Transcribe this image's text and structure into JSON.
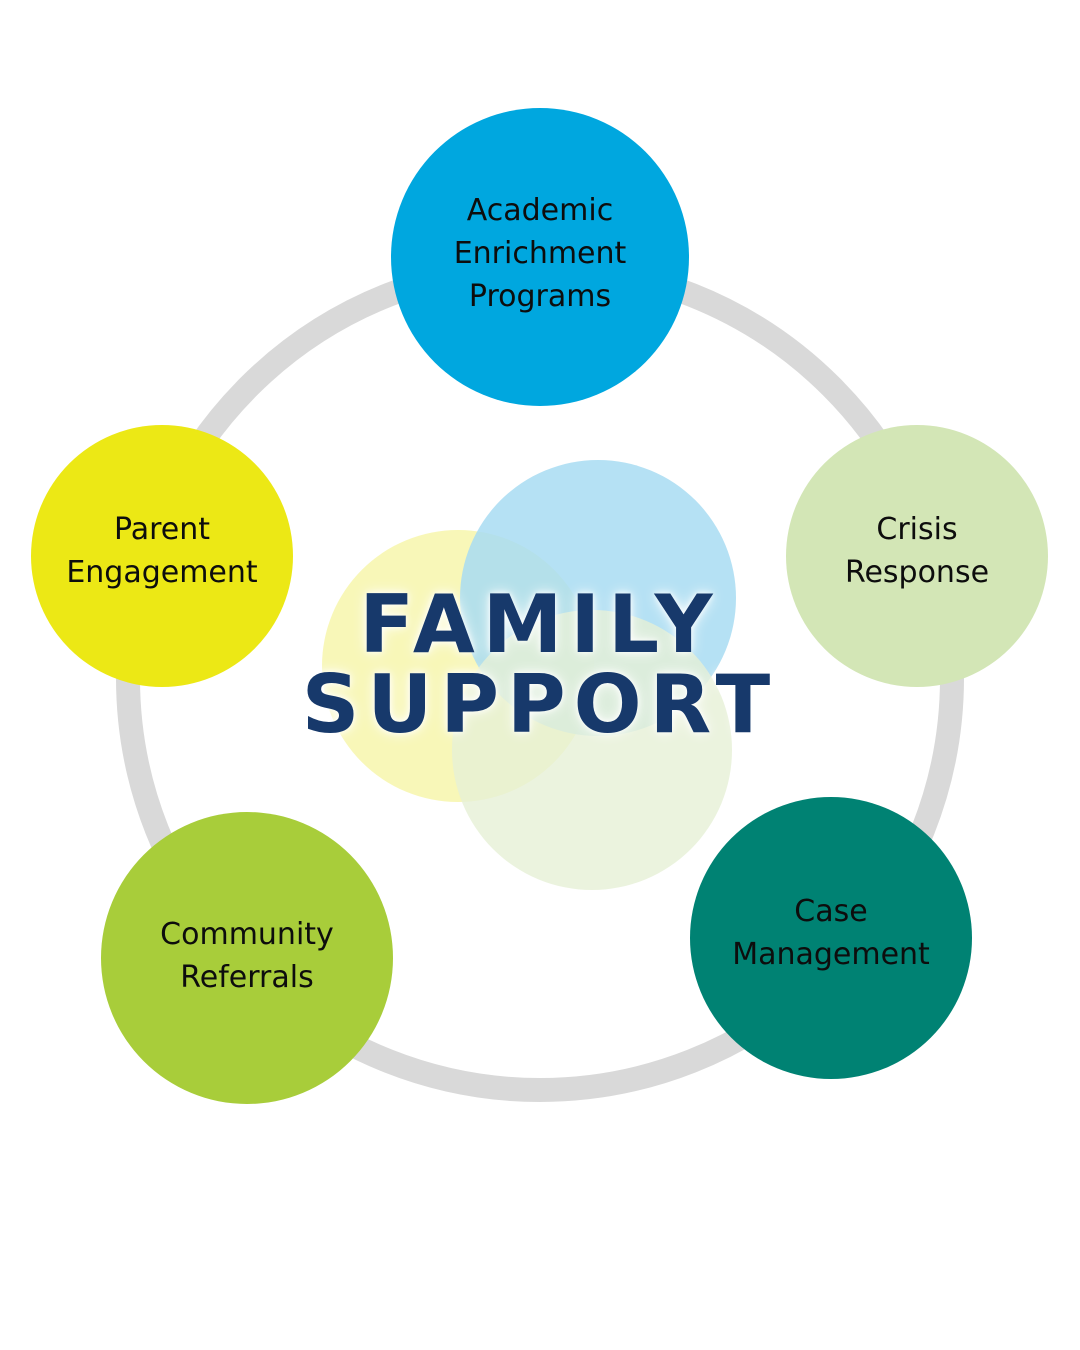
{
  "diagram": {
    "center": {
      "line1": "FAMILY",
      "line2": "SUPPORT",
      "color": "#17396b"
    },
    "ring_color": "#d9d9d9",
    "nodes": [
      {
        "id": "academic",
        "line1": "Academic",
        "line2": "Enrichment",
        "line3": "Programs",
        "color": "#00a7df"
      },
      {
        "id": "crisis",
        "line1": "Crisis",
        "line2": "Response",
        "color": "#d3e6b6"
      },
      {
        "id": "case",
        "line1": "Case",
        "line2": "Management",
        "color": "#008273"
      },
      {
        "id": "community",
        "line1": "Community",
        "line2": "Referrals",
        "color": "#a8cd3a"
      },
      {
        "id": "parent",
        "line1": "Parent",
        "line2": "Engagement",
        "color": "#ece815"
      }
    ]
  }
}
